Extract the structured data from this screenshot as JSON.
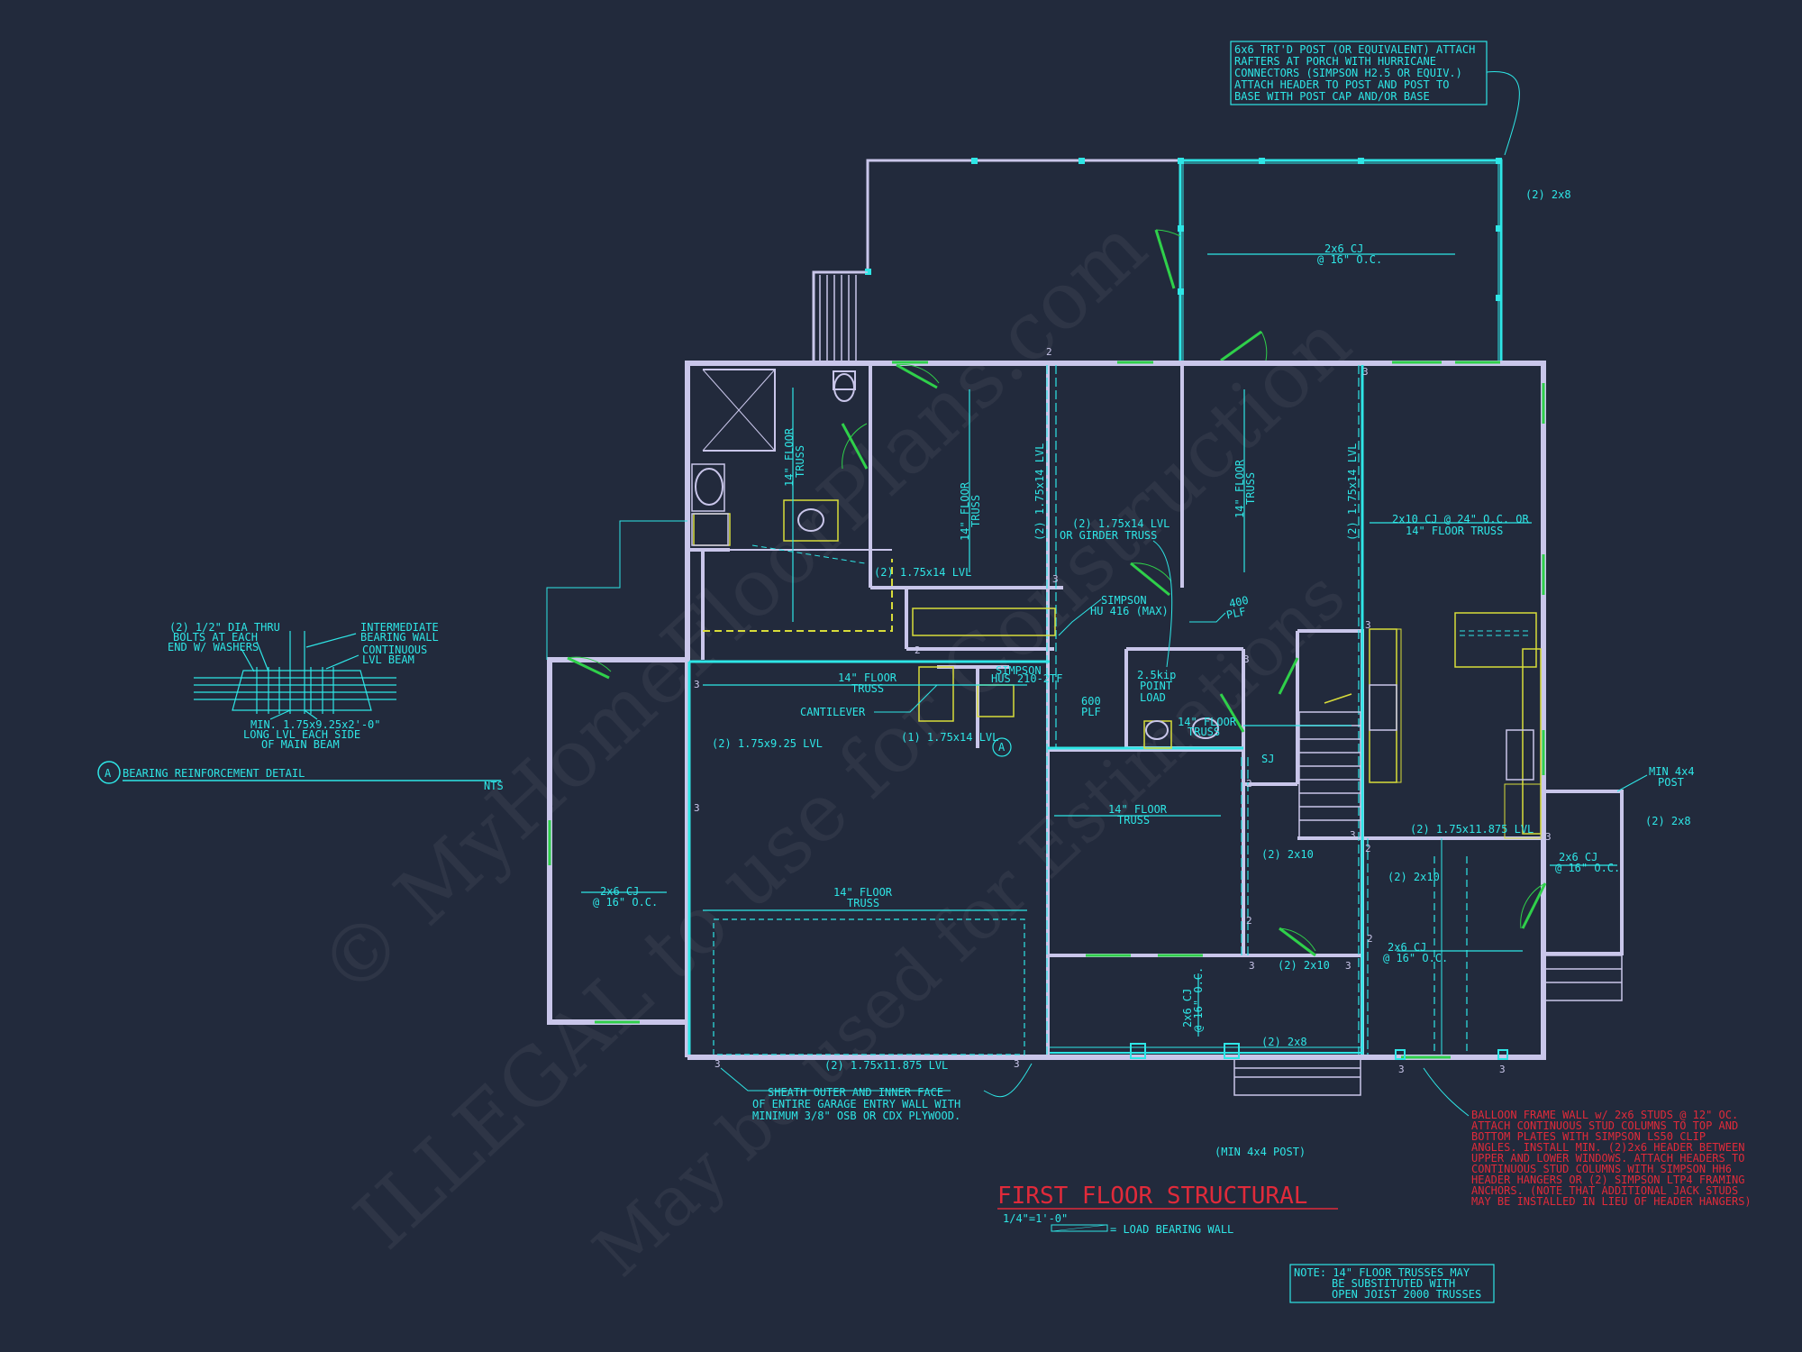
{
  "watermark": {
    "line1": "© MyHomeFloorPlans.com",
    "line2": "ILLEGAL to use for Construction",
    "line3": "May be used for Estimations"
  },
  "title": {
    "text": "FIRST FLOOR STRUCTURAL",
    "scale": "1/4\"=1'-0\""
  },
  "legend": {
    "label": "= LOAD BEARING WALL"
  },
  "detail": {
    "marker": "A",
    "title": "BEARING REINFORCEMENT DETAIL",
    "scale": "NTS",
    "bolts": [
      "(2) 1/2\" DIA THRU",
      "BOLTS AT EACH",
      "END W/ WASHERS"
    ],
    "wall": [
      "INTERMEDIATE",
      "BEARING WALL"
    ],
    "beam": [
      "CONTINUOUS",
      "LVL BEAM"
    ],
    "lvl": [
      "MIN. 1.75x9.25x2'-0\"",
      "LONG LVL EACH SIDE",
      "OF MAIN BEAM"
    ]
  },
  "notes": {
    "porch": [
      "6x6 TRT'D POST (OR EQUIVALENT) ATTACH",
      "RAFTERS AT PORCH WITH HURRICANE",
      "CONNECTORS (SIMPSON H2.5 OR EQUIV.)",
      "ATTACH HEADER TO POST AND POST TO",
      "BASE WITH POST CAP AND/OR BASE"
    ],
    "sheath": [
      "SHEATH OUTER AND INNER FACE",
      "OF ENTIRE GARAGE ENTRY WALL WITH",
      "MINIMUM 3/8\" OSB OR CDX PLYWOOD."
    ],
    "balloon": [
      "BALLOON FRAME WALL w/ 2x6 STUDS @ 12\" OC.",
      "ATTACH CONTINUOUS STUD COLUMNS TO TOP AND",
      "BOTTOM PLATES WITH SIMPSON LS50 CLIP",
      "ANGLES. INSTALL MIN. (2)2x6 HEADER BETWEEN",
      "UPPER AND LOWER WINDOWS. ATTACH HEADERS TO",
      "CONTINUOUS STUD COLUMNS WITH SIMPSON HH6",
      "HEADER HANGERS OR (2) SIMPSON LTP4 FRAMING",
      "ANCHORS. (NOTE THAT ADDITIONAL JACK STUDS",
      "MAY BE INSTALLED IN LIEU OF HEADER HANGERS)"
    ],
    "truss": [
      "NOTE: 14\" FLOOR TRUSSES MAY",
      "BE SUBSTITUTED WITH",
      "OPEN JOIST 2000 TRUSSES"
    ],
    "min_post": "(MIN 4x4 POST)"
  },
  "labels": {
    "porch_2x8": "(2) 2x8",
    "porch_cj": [
      "2x6 CJ",
      "@ 16\" O.C."
    ],
    "bath_truss": [
      "14\" FLOOR",
      "TRUSS"
    ],
    "lvl_top": "(2) 1.75x14 LVL",
    "center_truss": [
      "14\" FLOOR",
      "TRUSS"
    ],
    "lvl_vert1": "(2) 1.75x14 LVL",
    "girder": [
      "(2) 1.75x14 LVL",
      "OR GIRDER TRUSS"
    ],
    "right_truss": [
      "14\" FLOOR",
      "TRUSS"
    ],
    "lvl_vert2": "(2) 1.75x14 LVL",
    "kitchen_cj": [
      "2x10 CJ @ 24\" O.C. OR",
      "14\" FLOOR TRUSS"
    ],
    "hu": [
      "SIMPSON",
      "HU 416 (MAX)"
    ],
    "plf400": [
      "400",
      "PLF"
    ],
    "hus": [
      "SIMPSON",
      "HUS 210-2TF"
    ],
    "mid_truss": [
      "14\" FLOOR",
      "TRUSS"
    ],
    "cantilever": "CANTILEVER",
    "lvl_small": "(1) 1.75x14 LVL",
    "plf600": [
      "600",
      "PLF"
    ],
    "point_load": [
      "2.5kip",
      "POINT",
      "LOAD"
    ],
    "small_truss": [
      "14\" FLOOR",
      "TRUSS"
    ],
    "sj": "SJ",
    "lvl925": "(2) 1.75x9.25 LVL",
    "garage_cj": [
      "2x6 CJ",
      "@ 16\" O.C."
    ],
    "garage_truss": [
      "14\" FLOOR",
      "TRUSS"
    ],
    "lvl11875": "(2) 1.75x11.875 LVL",
    "den_truss": [
      "14\" FLOOR",
      "TRUSS"
    ],
    "den_2x10": "(2) 2x10",
    "den_2x10b": "(2) 2x10",
    "cj_vert": [
      "2x6 CJ",
      "@ 16\" O.C."
    ],
    "bottom_2x8": "(2) 2x8",
    "stair_lvl": "(2) 1.75x11.875 LVL",
    "right_2x10": "(2) 2x10",
    "right_cj": [
      "2x6 CJ",
      "@ 16\" O.C."
    ],
    "min4x4": [
      "MIN 4x4",
      "POST"
    ],
    "deck_2x8": "(2) 2x8",
    "deck_cj": [
      "2x6 CJ",
      "@ 16\" O.C."
    ]
  },
  "marks": {
    "two": "2",
    "three": "3",
    "a": "A"
  },
  "colors": {
    "background": "#222a3c",
    "wall": "#c9c6ea",
    "bearing": "#2ee6e6",
    "window": "#2fd04a",
    "fixture": "#d8dc3a",
    "title": "#e02a3a"
  }
}
